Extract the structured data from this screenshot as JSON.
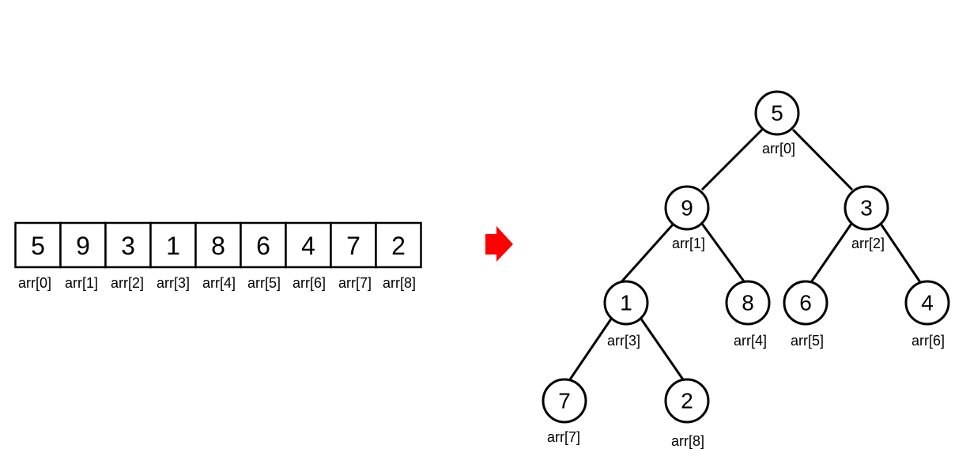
{
  "array": {
    "cells": [
      {
        "value": "5",
        "label": "arr[0]"
      },
      {
        "value": "9",
        "label": "arr[1]"
      },
      {
        "value": "3",
        "label": "arr[2]"
      },
      {
        "value": "1",
        "label": "arr[3]"
      },
      {
        "value": "8",
        "label": "arr[4]"
      },
      {
        "value": "6",
        "label": "arr[5]"
      },
      {
        "value": "4",
        "label": "arr[6]"
      },
      {
        "value": "7",
        "label": "arr[7]"
      },
      {
        "value": "2",
        "label": "arr[8]"
      }
    ]
  },
  "arrow": {
    "color": "#ff0000",
    "icon": "right-arrow-icon"
  },
  "tree": {
    "nodes": [
      {
        "value": "5",
        "label": "arr[0]"
      },
      {
        "value": "9",
        "label": "arr[1]"
      },
      {
        "value": "3",
        "label": "arr[2]"
      },
      {
        "value": "1",
        "label": "arr[3]"
      },
      {
        "value": "8",
        "label": "arr[4]"
      },
      {
        "value": "6",
        "label": "arr[5]"
      },
      {
        "value": "4",
        "label": "arr[6]"
      },
      {
        "value": "7",
        "label": "arr[7]"
      },
      {
        "value": "2",
        "label": "arr[8]"
      }
    ],
    "edges": [
      {
        "from": 0,
        "to": 1
      },
      {
        "from": 0,
        "to": 2
      },
      {
        "from": 1,
        "to": 3
      },
      {
        "from": 1,
        "to": 4
      },
      {
        "from": 2,
        "to": 5
      },
      {
        "from": 2,
        "to": 6
      },
      {
        "from": 3,
        "to": 7
      },
      {
        "from": 3,
        "to": 8
      }
    ]
  }
}
